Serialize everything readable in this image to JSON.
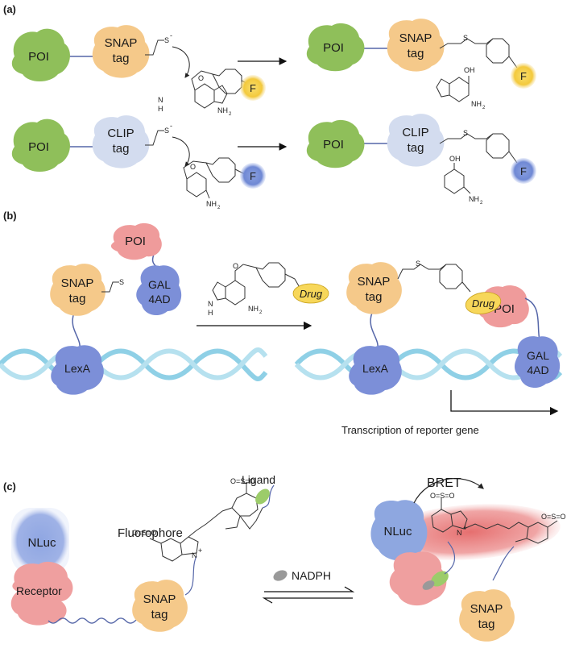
{
  "panels": {
    "a": "(a)",
    "b": "(b)",
    "c": "(c)"
  },
  "panel_a": {
    "poi": "POI",
    "snap_line1": "SNAP",
    "snap_line2": "tag",
    "clip_line1": "CLIP",
    "clip_line2": "tag",
    "fluor": "F",
    "thiolate": "S",
    "minus": "-",
    "thioether": "S",
    "nh2": "NH",
    "sub2": "2",
    "oh": "OH",
    "nh": "N",
    "h": "H"
  },
  "panel_b": {
    "poi": "POI",
    "gal_line1": "GAL",
    "gal_line2": "4AD",
    "snap_line1": "SNAP",
    "snap_line2": "tag",
    "lexa": "LexA",
    "drug": "Drug",
    "thiolate": "S",
    "thioether": "S",
    "nh2": "NH",
    "sub2": "2",
    "transcription": "Transcription of reporter gene"
  },
  "panel_c": {
    "ligand": "Ligand",
    "fluorophore": "Fluorophore",
    "nluc": "NLuc",
    "receptor": "Receptor",
    "snap_line1": "SNAP",
    "snap_line2": "tag",
    "nadph": "NADPH",
    "bret": "BRET",
    "so3": "O=S=O",
    "n_plus": "N",
    "plus": "+"
  },
  "colors": {
    "poi_green": "#8fbf5a",
    "poi_green_dark": "#6e9e3e",
    "snap_orange": "#f5c98a",
    "clip_blue": "#d3dcef",
    "fluor_yellow": "#f6d35a",
    "fluor_blue": "#7f97d8",
    "poi_pink": "#ef9b9b",
    "gal_blue": "#7c8fd8",
    "dna_blue": "#8fd0e6",
    "drug_yellow": "#f7d75a",
    "nluc_blue": "#8ea7e0",
    "receptor_pink": "#ef9f9f",
    "fluorophore_red": "#e98585",
    "linker_blue": "#5566a8",
    "ligand_green": "#9ccc6a",
    "nadph_grey": "#999999"
  }
}
